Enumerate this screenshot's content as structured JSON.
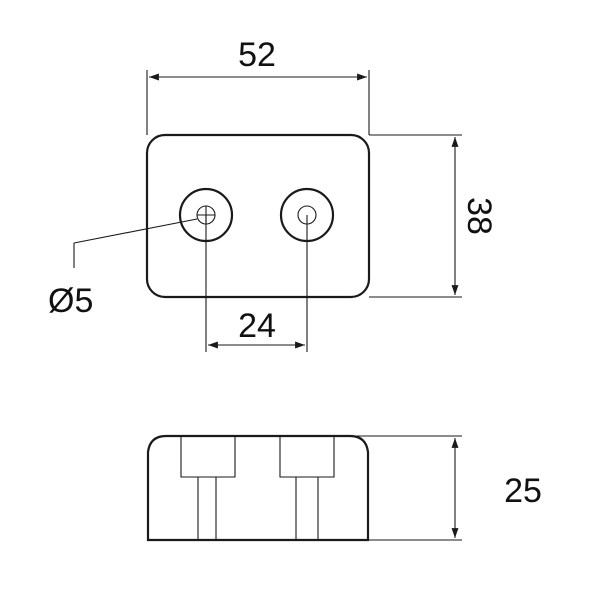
{
  "drawing": {
    "colors": {
      "line": "#1a1a1a",
      "text": "#111111",
      "background": "#ffffff"
    },
    "dimensions": {
      "width": "52",
      "height": "38",
      "hole_spacing": "24",
      "hole_diameter": "Ø5",
      "thickness": "25"
    }
  }
}
